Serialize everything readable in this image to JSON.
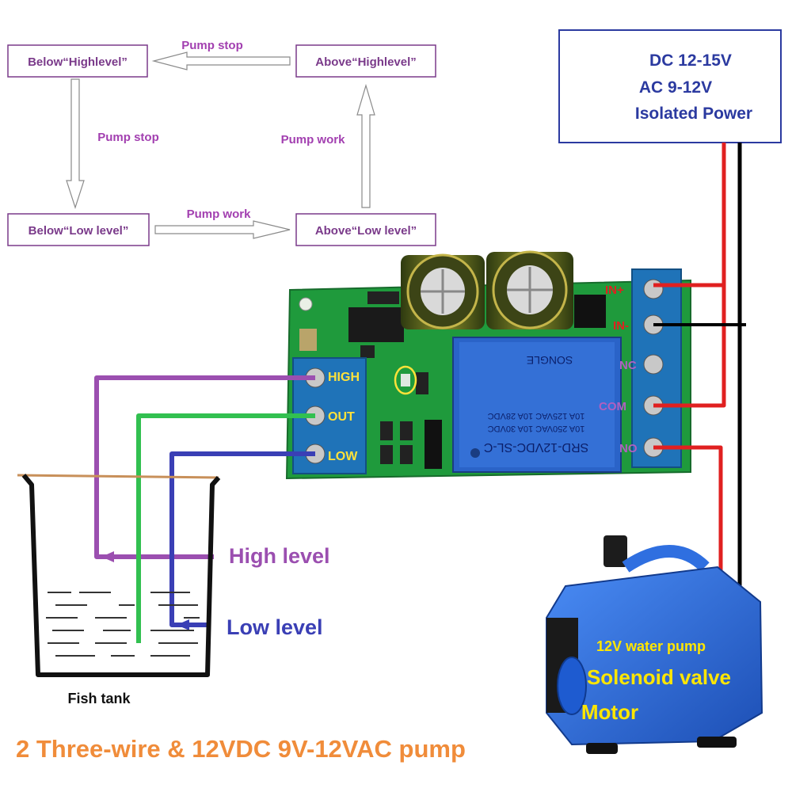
{
  "flow": {
    "state_above_high": "Above“Highlevel”",
    "state_below_high": "Below“Highlevel”",
    "state_below_low": "Below“Low level”",
    "state_above_low": "Above“Low level”",
    "arrow_top": "Pump stop",
    "arrow_left": "Pump stop",
    "arrow_bottom": "Pump work",
    "arrow_right": "Pump work"
  },
  "power": {
    "line1": "DC 12-15V",
    "line2": "AC 9-12V",
    "line3": "Isolated Power"
  },
  "board": {
    "left_terminals": [
      "HIGH",
      "OUT",
      "LOW"
    ],
    "right_terminals": [
      "IN+",
      "IN-",
      "NC",
      "COM",
      "NO"
    ],
    "relay_lines": [
      "SRD-12VDC-SL-C",
      "10A 250VAC  10A 30VDC",
      "10A 125VAC  10A 28VDC",
      "SONGLE"
    ]
  },
  "tank": {
    "high_label": "High level",
    "low_label": "Low level",
    "name": "Fish tank"
  },
  "pump": {
    "line1": "12V water pump",
    "line2": "Solenoid valve",
    "line3": "Motor"
  },
  "caption": "2 Three-wire & 12VDC 9V-12VAC pump",
  "colors": {
    "purple_wire": "#9b4fb0",
    "green_wire": "#32c050",
    "blue_wire": "#3a3fb5",
    "red_wire": "#e02020",
    "black_wire": "#000000",
    "board": "#1f9a3c",
    "relay": "#2a63c8",
    "pump": "#2f6fe0",
    "caption": "#f08c3a"
  }
}
